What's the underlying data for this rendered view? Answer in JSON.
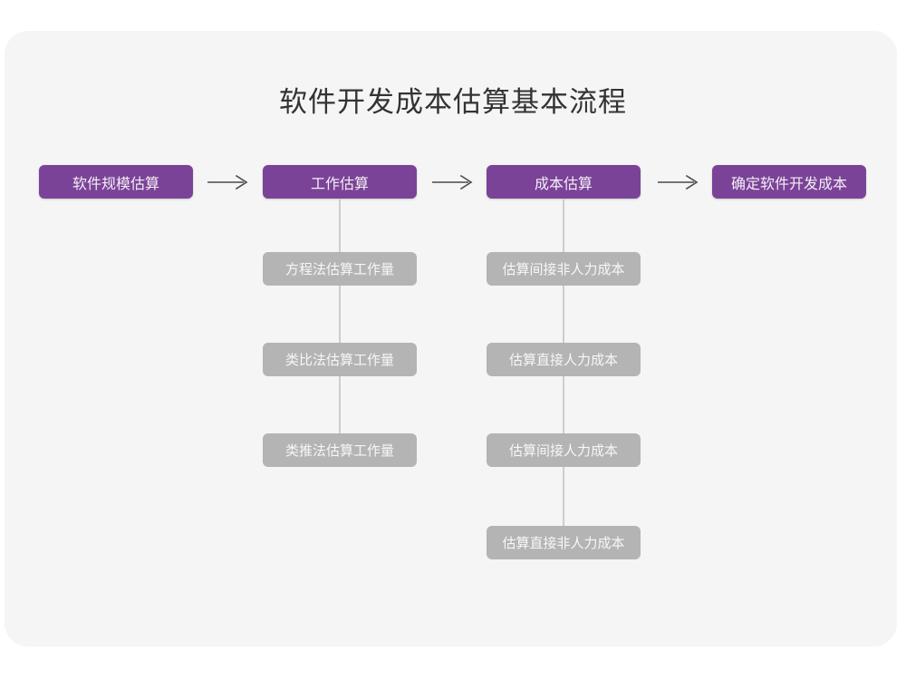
{
  "diagram": {
    "title": "软件开发成本估算基本流程",
    "colors": {
      "card_background": "#f5f5f5",
      "page_background": "#ffffff",
      "primary_node": "#7B4397",
      "primary_node_text": "#f3eef6",
      "secondary_node": "#b4b4b4",
      "secondary_node_text": "#f7f7f7",
      "connector_line": "#cdcdcd",
      "arrow": "#4a4a4a",
      "title_text": "#333333"
    },
    "type": "flowchart",
    "stages": [
      {
        "id": "stage-1",
        "label": "软件规模估算",
        "substeps": []
      },
      {
        "id": "stage-2",
        "label": "工作估算",
        "substeps": [
          "方程法估算工作量",
          "类比法估算工作量",
          "类推法估算工作量"
        ]
      },
      {
        "id": "stage-3",
        "label": "成本估算",
        "substeps": [
          "估算间接非人力成本",
          "估算直接人力成本",
          "估算间接人力成本",
          "估算直接非人力成本"
        ]
      },
      {
        "id": "stage-4",
        "label": "确定软件开发成本",
        "substeps": []
      }
    ],
    "arrows": [
      {
        "id": "arrow-1",
        "from": "stage-1",
        "to": "stage-2",
        "glyph": "→"
      },
      {
        "id": "arrow-2",
        "from": "stage-2",
        "to": "stage-3",
        "glyph": "→"
      },
      {
        "id": "arrow-3",
        "from": "stage-3",
        "to": "stage-4",
        "glyph": "→"
      }
    ]
  }
}
